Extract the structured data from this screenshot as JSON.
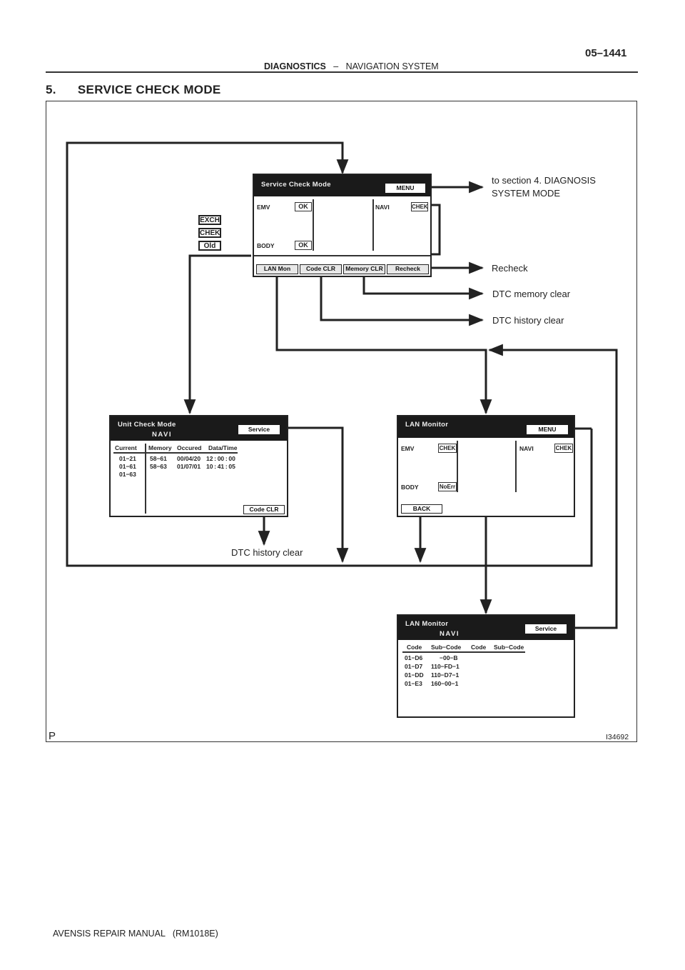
{
  "header": {
    "page_number": "05–1441",
    "section": "DIAGNOSTICS",
    "separator": "–",
    "subsection": "NAVIGATION SYSTEM"
  },
  "section_title": "5.      SERVICE CHECK MODE",
  "figure": {
    "corner_mark": "P",
    "figure_id": "I34692"
  },
  "notes": {
    "to_section4_line1": "to section 4. DIAGNOSIS",
    "to_section4_line2": "SYSTEM MODE",
    "recheck": "Recheck",
    "dtc_memory_clear": "DTC memory clear",
    "dtc_history_clear_right": "DTC history clear",
    "dtc_history_clear_left": "DTC history clear"
  },
  "side_buttons": [
    "EXCH",
    "CHEK",
    "Old"
  ],
  "service_check_screen": {
    "title": "Service Check Mode",
    "menu_label": "MENU",
    "emv_label": "EMV",
    "emv_value": "OK",
    "body_label": "BODY",
    "body_value": "OK",
    "navi_label": "NAVI",
    "navi_value": "CHEK",
    "buttons": [
      "LAN Mon",
      "Code CLR",
      "Memory CLR",
      "Recheck"
    ]
  },
  "unit_check_screen": {
    "title": "Unit Check Mode",
    "subtitle": "NAVI",
    "service_label": "Service",
    "columns": [
      "Current",
      "Memory",
      "Occured",
      "Data/Time"
    ],
    "current": [
      "01−21",
      "01−61",
      "01−63"
    ],
    "memory": [
      "58−61",
      "58−63"
    ],
    "occured": [
      "00/04/20",
      "01/07/01"
    ],
    "datetime": [
      "12 : 00 : 00",
      "10 : 41 : 05"
    ],
    "code_clr_label": "Code CLR"
  },
  "lan_monitor_screen": {
    "title": "LAN Monitor",
    "menu_label": "MENU",
    "emv_label": "EMV",
    "emv_value": "CHEK",
    "body_label": "BODY",
    "body_value": "NoErr",
    "navi_label": "NAVI",
    "navi_value": "CHEK",
    "back_label": "BACK"
  },
  "lan_monitor_navi_screen": {
    "title": "LAN Monitor",
    "subtitle": "NAVI",
    "service_label": "Service",
    "columns": [
      "Code",
      "Sub−Code",
      "Code",
      "Sub−Code"
    ],
    "codes": [
      "01−D6",
      "01−D7",
      "01−DD",
      "01−E3"
    ],
    "sub_codes": [
      "−00−B",
      "110−FD−1",
      "110−D7−1",
      "160−00−1"
    ]
  },
  "footer": "AVENSIS REPAIR MANUAL   (RM1018E)"
}
